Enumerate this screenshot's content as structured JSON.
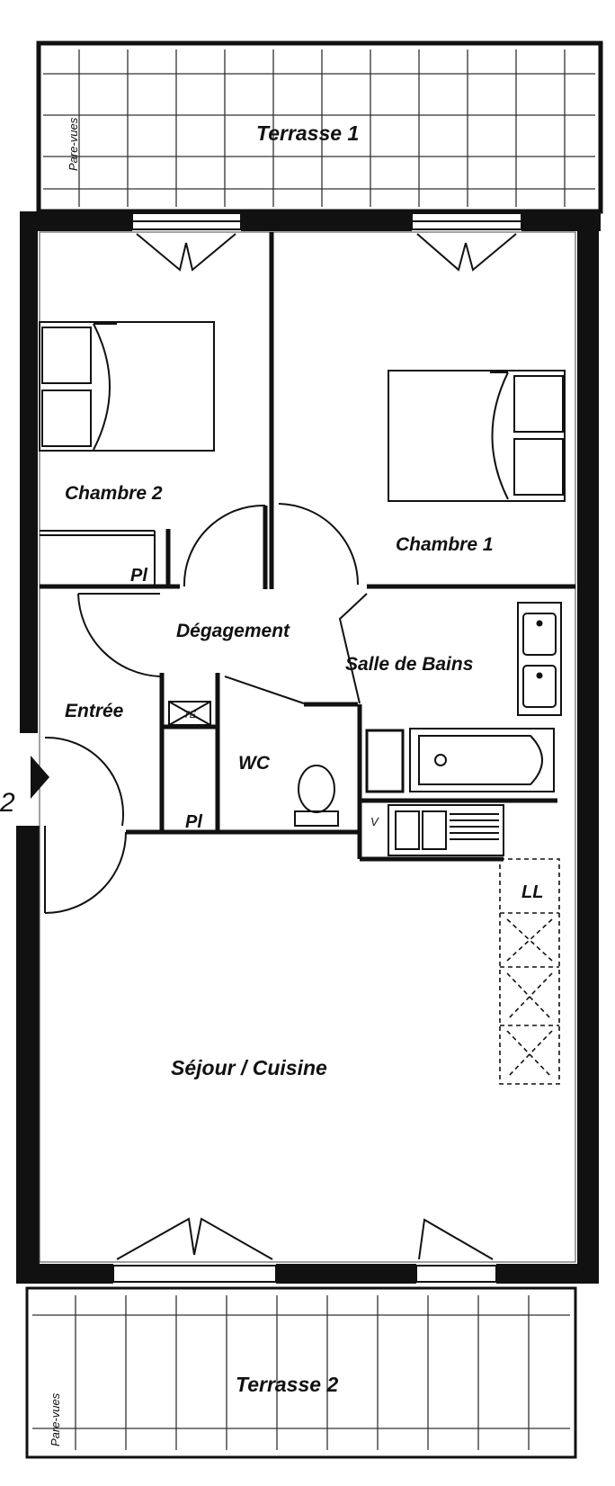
{
  "rooms": {
    "terrasse1": "Terrasse 1",
    "chambre2": "Chambre 2",
    "chambre1": "Chambre 1",
    "degagement": "Dégagement",
    "salle_de_bains": "Salle de Bains",
    "entree": "Entrée",
    "wc": "WC",
    "sejour": "Séjour / Cuisine",
    "terrasse2": "Terrasse 2"
  },
  "fixtures": {
    "placard_a": "Pl",
    "placard_b": "Pl",
    "water_heater": "TE",
    "laundry": "LL",
    "v_tag": "V"
  },
  "labels": {
    "pare_vues_1": "Pare-vues",
    "pare_vues_2": "Pare-vues",
    "entry_number": "2"
  },
  "colors": {
    "wall": "#111111",
    "line": "#222222",
    "background": "#ffffff"
  }
}
